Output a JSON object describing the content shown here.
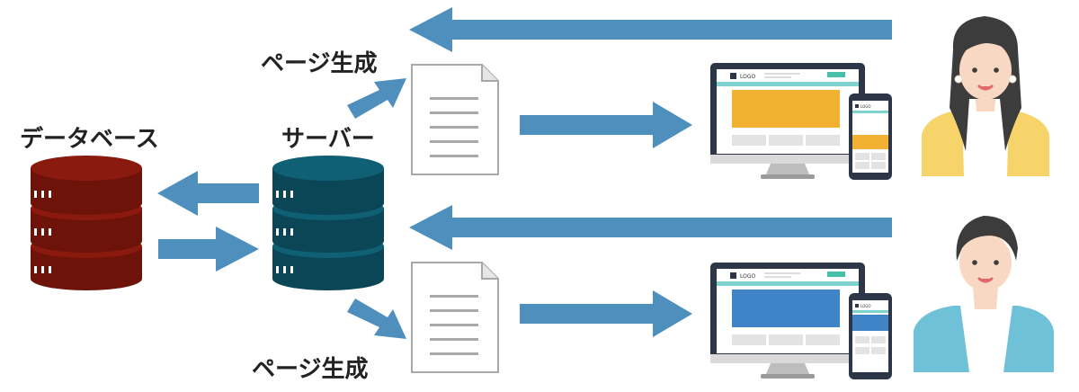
{
  "labels": {
    "database": "データベース",
    "server": "サーバー",
    "page_generation_top": "ページ生成",
    "page_generation_bottom": "ページ生成"
  },
  "screens": {
    "top": {
      "logo": "LOGO",
      "hero_color": "#f2b132"
    },
    "bottom": {
      "logo": "LOGO",
      "hero_color": "#3f84c6"
    }
  },
  "colors": {
    "arrow": "#4e8fbd",
    "database": "#8b1a0e",
    "server": "#0f5f75",
    "monitor_frame": "#2d3646",
    "accent_bar": "#7fd3cf"
  }
}
